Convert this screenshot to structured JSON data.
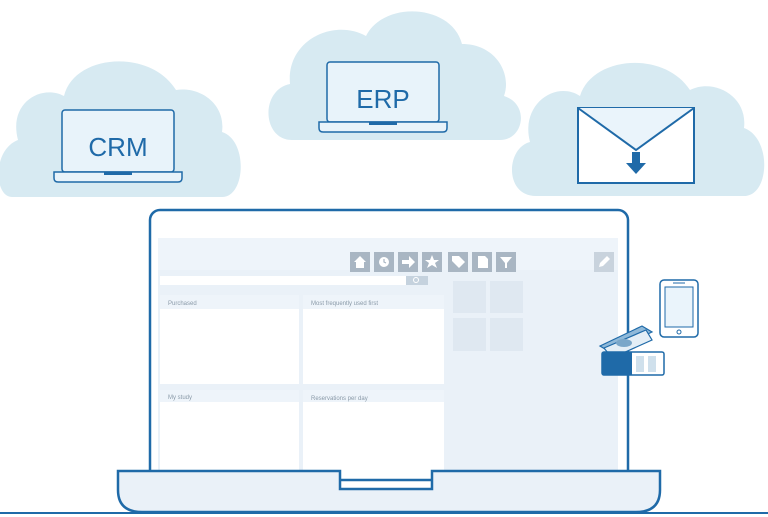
{
  "colors": {
    "cloud": "#d7eaf2",
    "stroke": "#1f6aa8",
    "screen_bg": "#eaf1f8",
    "panel": "#ffffff",
    "toolbar_button": "#a9b6c3",
    "tile": "#e2ebf4"
  },
  "clouds": [
    {
      "label": "CRM",
      "icon": "laptop-icon"
    },
    {
      "label": "ERP",
      "icon": "laptop-icon"
    },
    {
      "label": "",
      "icon": "envelope-download-icon"
    }
  ],
  "toolbar_icons": [
    "home-icon",
    "clock-icon",
    "arrow-right-icon",
    "star-icon",
    "tag-icon",
    "document-icon",
    "filter-icon"
  ],
  "widgets": [
    {
      "title": "Purchased"
    },
    {
      "title": "Most frequently used first"
    },
    {
      "title": "My study"
    },
    {
      "title": "Reservations per day"
    }
  ],
  "devices": [
    "mobile-phone-icon",
    "payment-card-reader-icon"
  ]
}
